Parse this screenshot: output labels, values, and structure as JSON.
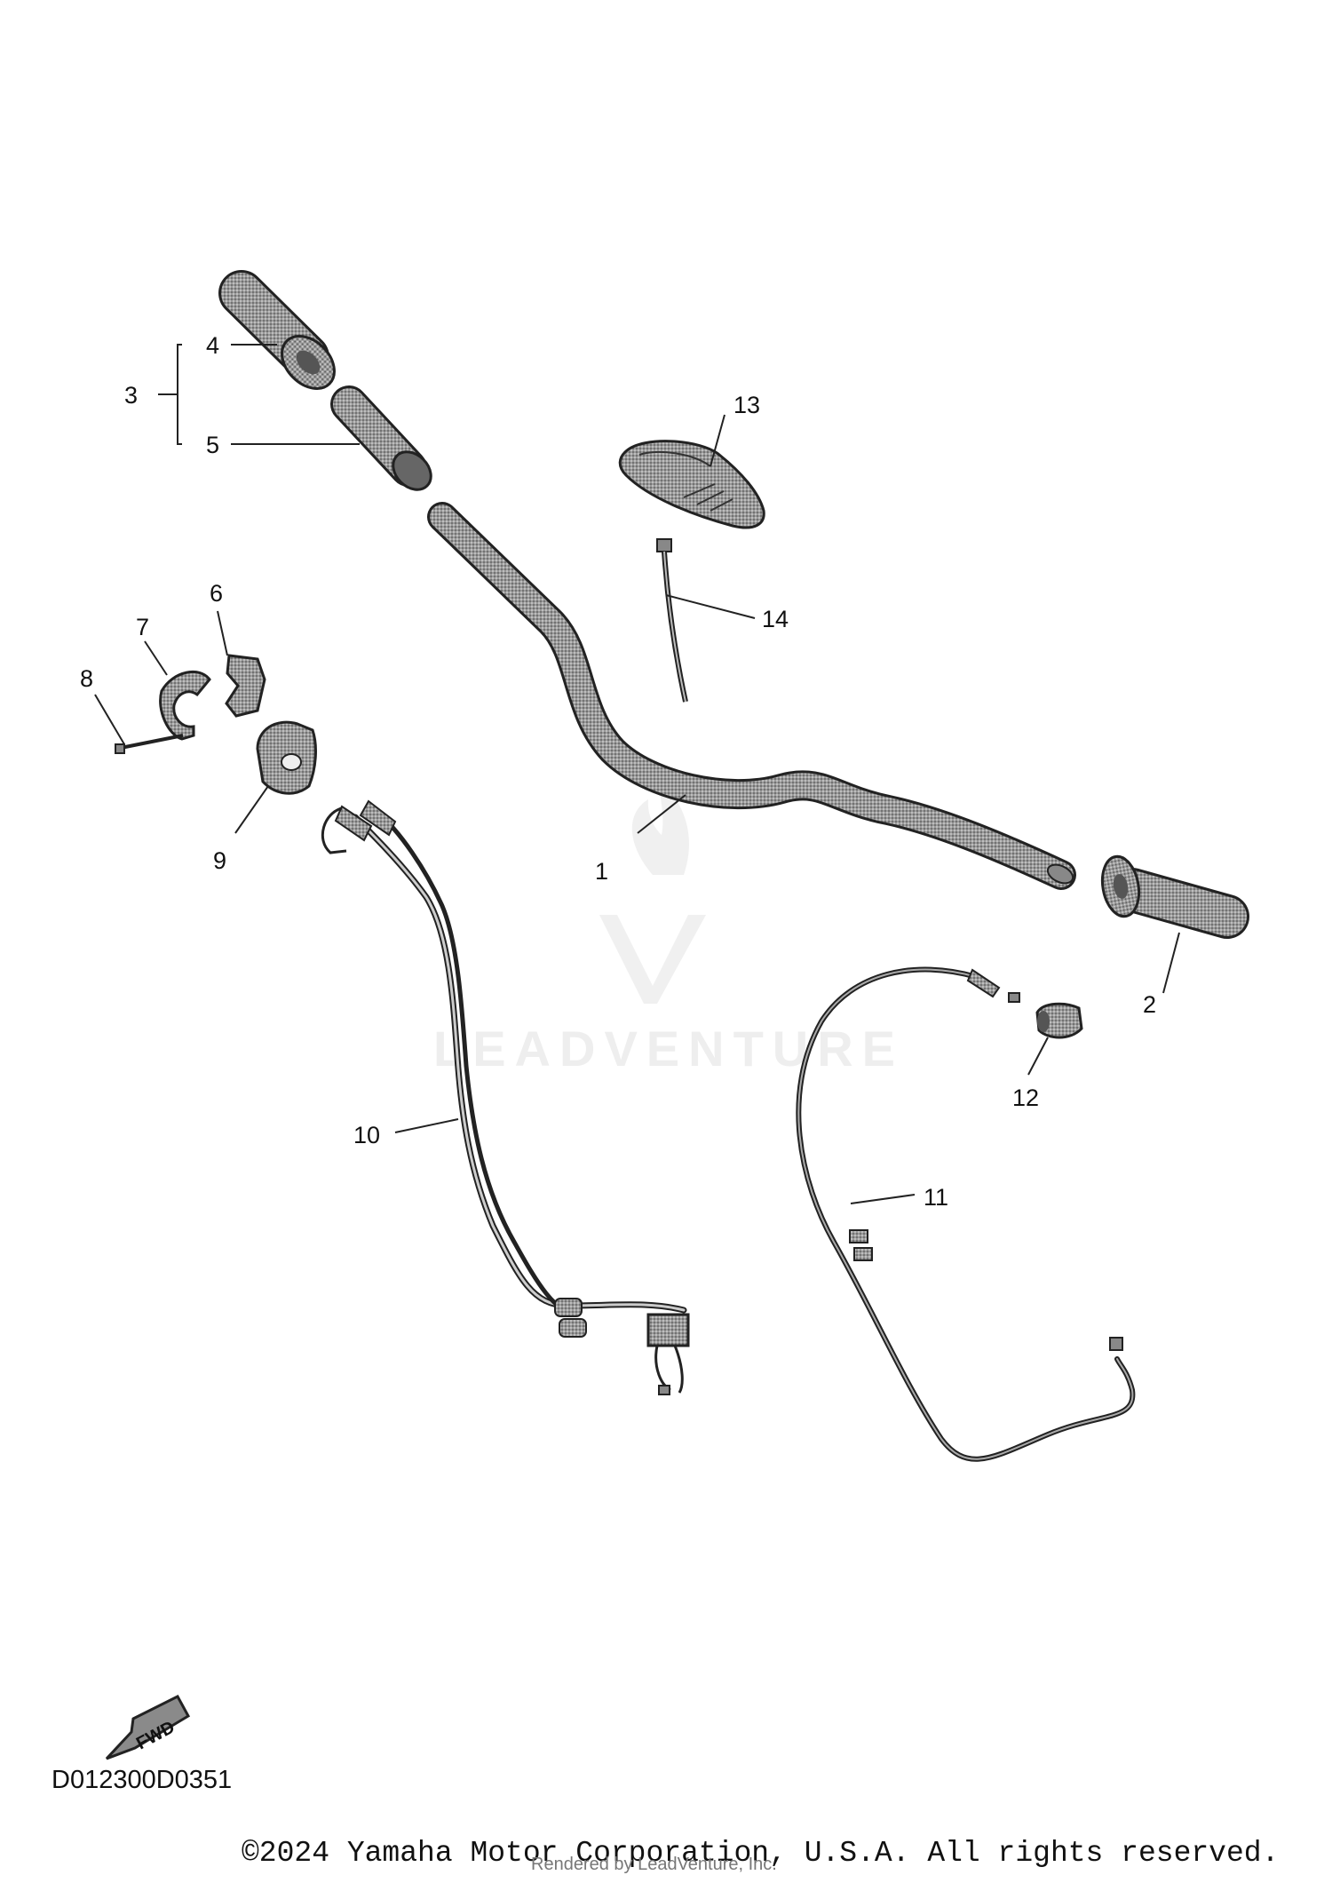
{
  "callouts": {
    "p1": "1",
    "p2": "2",
    "p3": "3",
    "p4": "4",
    "p5": "5",
    "p6": "6",
    "p7": "7",
    "p8": "8",
    "p9": "9",
    "p10": "10",
    "p11": "11",
    "p12": "12",
    "p13": "13",
    "p14": "14"
  },
  "fwd_label": "FWD",
  "drawing_code": "D012300D0351",
  "copyright": "©2024 Yamaha Motor Corporation, U.S.A. All rights reserved.",
  "rendered_by": "Rendered by LeadVenture, Inc.",
  "watermark": "LEADVENTURE",
  "colors": {
    "line": "#222222",
    "part_fill": "#8a8a8a",
    "watermark": "#eeeeee"
  }
}
